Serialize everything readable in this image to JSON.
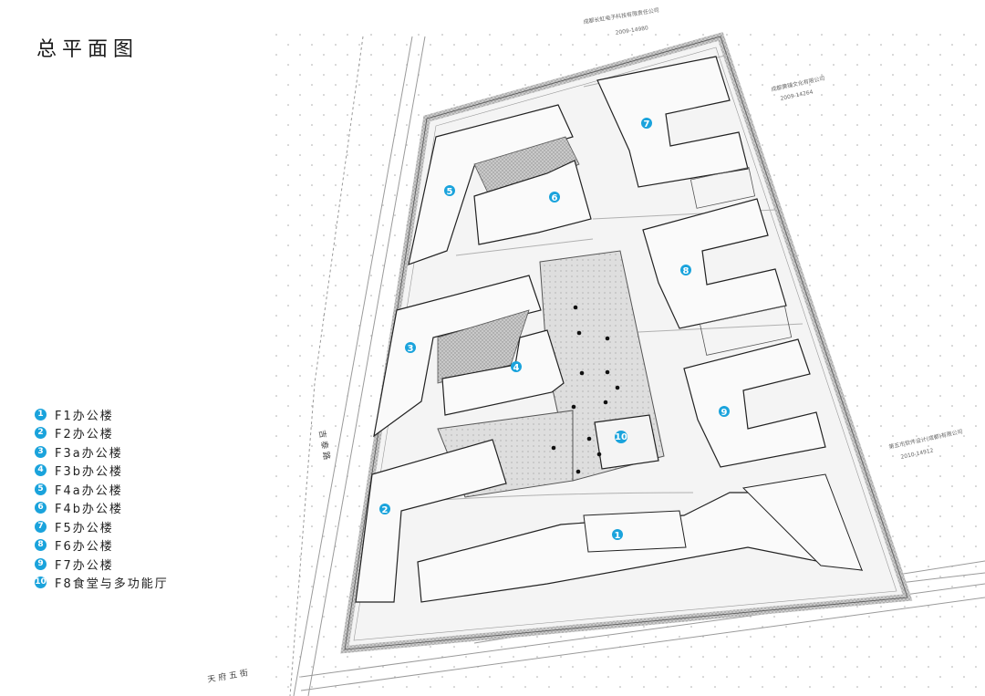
{
  "title": "总平面图",
  "accent_color": "#1aa3dc",
  "legend": [
    {
      "num": "1",
      "label": "F1办公楼"
    },
    {
      "num": "2",
      "label": "F2办公楼"
    },
    {
      "num": "3",
      "label": "F3a办公楼"
    },
    {
      "num": "4",
      "label": "F3b办公楼"
    },
    {
      "num": "5",
      "label": "F4a办公楼"
    },
    {
      "num": "6",
      "label": "F4b办公楼"
    },
    {
      "num": "7",
      "label": "F5办公楼"
    },
    {
      "num": "8",
      "label": "F6办公楼"
    },
    {
      "num": "9",
      "label": "F7办公楼"
    },
    {
      "num": "10",
      "label": "F8食堂与多功能厅"
    }
  ],
  "map_labels": {
    "neighbor_north": "成都长虹电子科技有限责任公司",
    "neighbor_north_code": "2009-14980",
    "neighbor_east": "成都黄铺文化有限公司",
    "neighbor_east_code": "2009-14264",
    "neighbor_southeast": "第五市软件设计(成都)有限公司",
    "neighbor_southeast_code": "2010-14912",
    "road_south": "天府五街",
    "road_west": "吉泰路"
  }
}
